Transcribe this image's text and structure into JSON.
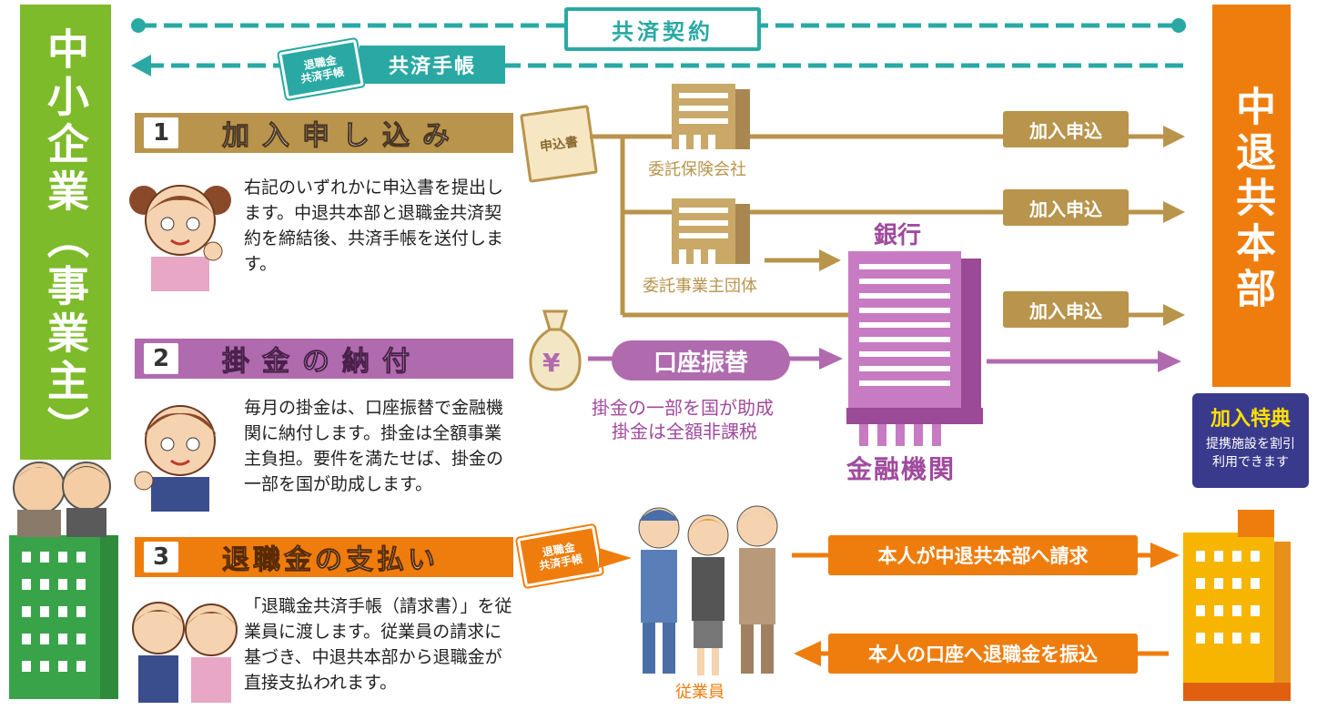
{
  "left_org": {
    "label": "中小企業（事業主）"
  },
  "right_org": {
    "label": "中退共本部"
  },
  "top": {
    "contract": "共済契約",
    "handbook": "共済手帳",
    "card": "退職金\n共済手帳"
  },
  "steps": [
    {
      "num": "1",
      "title": "加入申し込み",
      "desc": "右記のいずれかに申込書を提出します。中退共本部と退職金共済契約を締結後、共済手帳を送付します。"
    },
    {
      "num": "2",
      "title": "掛金の納付",
      "desc": "毎月の掛金は、口座振替で金融機関に納付します。掛金は全額事業主負担。要件を満たせば、掛金の一部を国が助成します。"
    },
    {
      "num": "3",
      "title": "退職金の支払い",
      "desc": "「退職金共済手帳（請求書）」を従業員に渡します。従業員の請求に基づき、中退共本部から退職金が直接支払われます。"
    }
  ],
  "application": {
    "form": "申込書",
    "insurer": "委託保険会社",
    "group": "委託事業主団体",
    "bank_title": "銀行",
    "bank_bottom": "金融機関",
    "apply": "加入申込"
  },
  "payment": {
    "yen": "¥",
    "transfer": "口座振替",
    "note1": "掛金の一部を国が助成",
    "note2": "掛金は全額非課税"
  },
  "retire": {
    "card": "退職金\n共済手帳",
    "employees": "従業員",
    "claim": "本人が中退共本部へ請求",
    "transfer": "本人の口座へ退職金を振込"
  },
  "benefit": {
    "title": "加入特典",
    "desc": "提携施設を割引\n利用できます"
  },
  "colors": {
    "green": "#7dbb2a",
    "orange": "#ef7d0d",
    "teal": "#2aa9a4",
    "gold": "#b8944c",
    "purple": "#b06aae"
  }
}
